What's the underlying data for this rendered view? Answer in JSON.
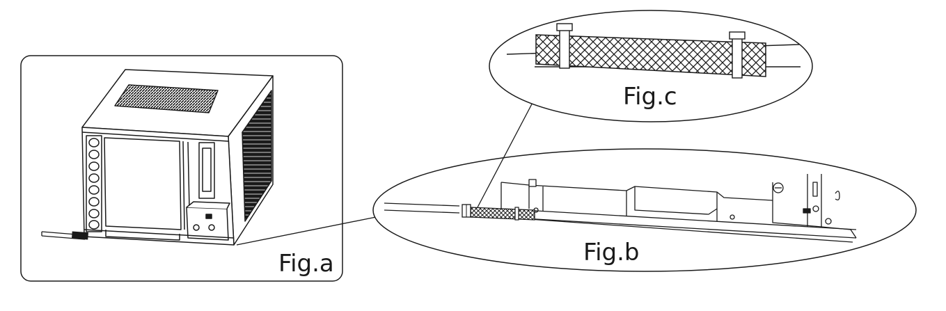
{
  "figures": {
    "a": {
      "label": "Fig.a"
    },
    "b": {
      "label": "Fig.b"
    },
    "c": {
      "label": "Fig.c"
    }
  },
  "colors": {
    "line": "#1a1a1a",
    "fill_dark": "#2a2a2a",
    "fill_mid": "#bdbdbd",
    "background": "#ffffff"
  }
}
